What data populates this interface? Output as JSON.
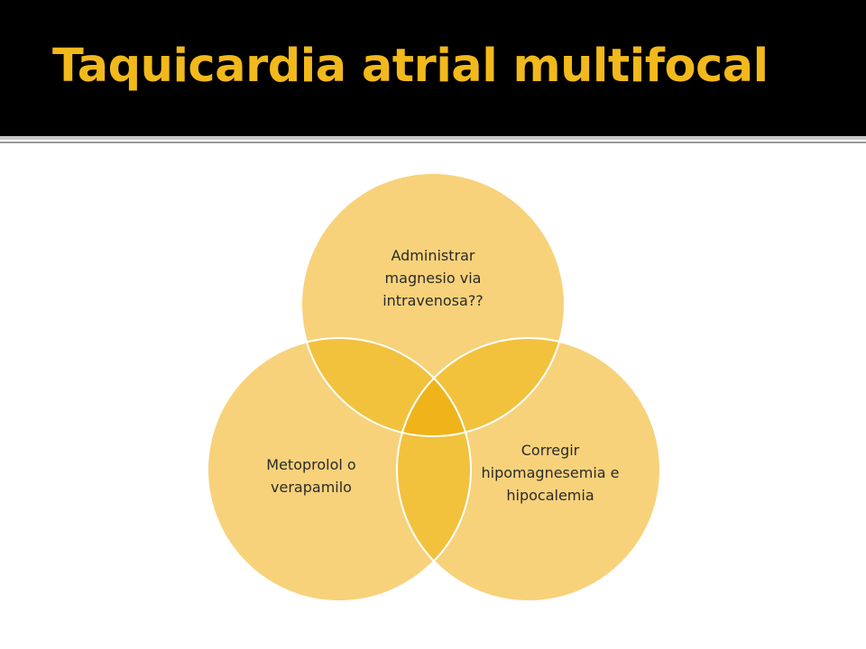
{
  "slide": {
    "title": "Taquicardia atrial multifocal"
  },
  "diagram": {
    "circles": [
      {
        "id": "top",
        "label": "Administrar magnesio via intravenosa??"
      },
      {
        "id": "right",
        "label": "Corregir hipomagnesemia e hipocalemia"
      },
      {
        "id": "left",
        "label": "Metoprolol o verapamilo"
      }
    ],
    "colors": {
      "circle_fill": "#f7d27b",
      "circle_stroke": "#ffffff",
      "overlap_two": "#f2c23d",
      "overlap_three": "#eeb41a",
      "title": "#f2b91c"
    }
  }
}
